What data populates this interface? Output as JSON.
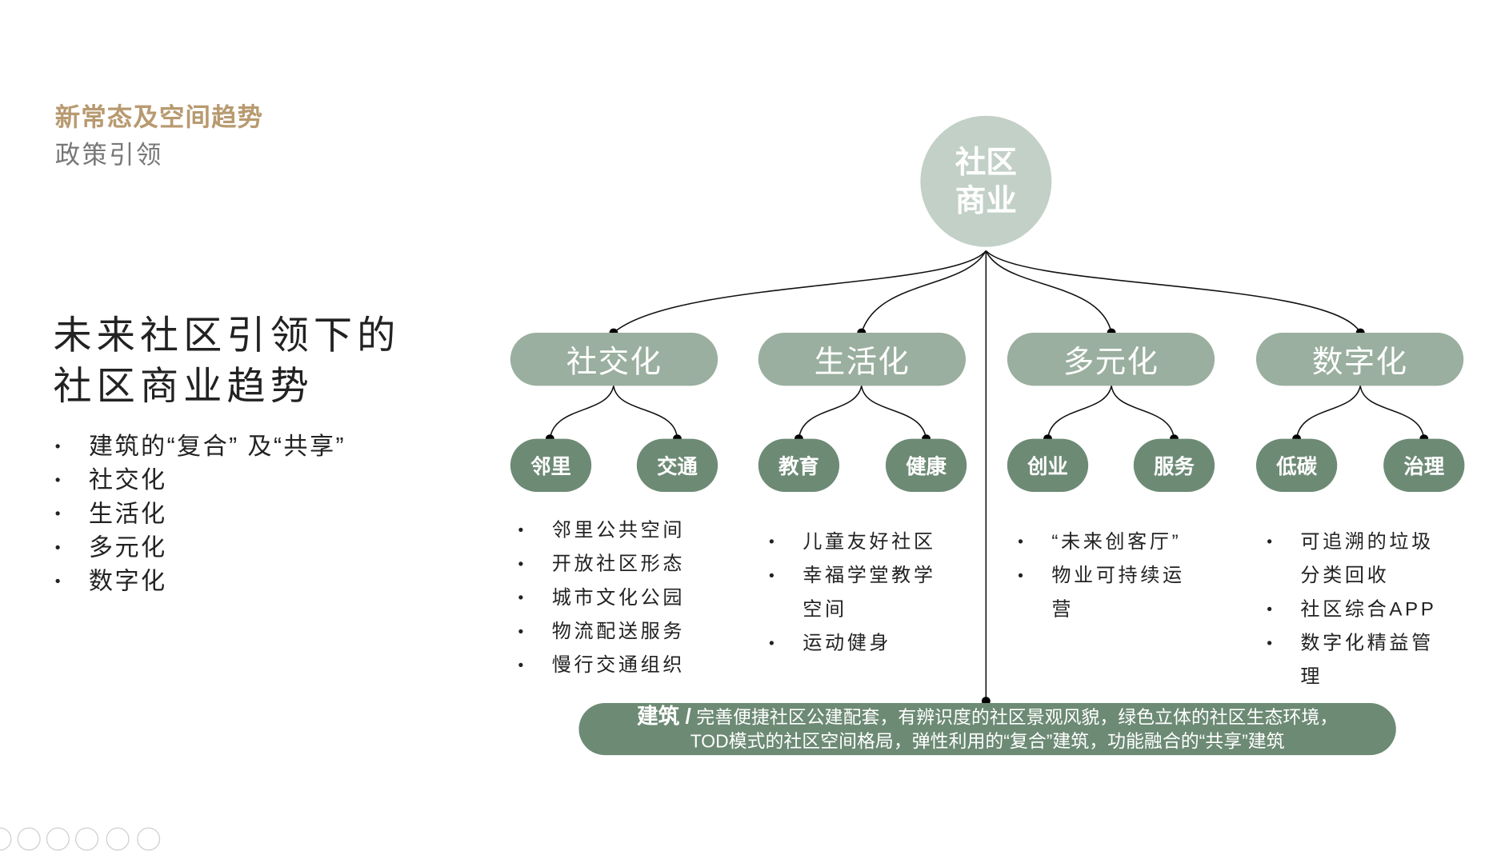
{
  "header": {
    "kicker": "新常态及空间趋势",
    "subtitle": "政策引领"
  },
  "left": {
    "heading_lines": [
      "未来社区引领下的",
      "社区商业趋势"
    ],
    "bullets": [
      "建筑的“复合” 及“共享”",
      "社交化",
      "生活化",
      "多元化",
      "数字化"
    ]
  },
  "diagram": {
    "root": {
      "line1": "社区",
      "line2": "商业"
    },
    "branches": [
      {
        "label": "社交化",
        "children": [
          "邻里",
          "交通"
        ],
        "items": [
          "邻里公共空间",
          "开放社区形态",
          "城市文化公园",
          "物流配送服务",
          "慢行交通组织"
        ]
      },
      {
        "label": "生活化",
        "children": [
          "教育",
          "健康"
        ],
        "items": [
          "儿童友好社区",
          "幸福学堂教学空间",
          "运动健身"
        ]
      },
      {
        "label": "多元化",
        "children": [
          "创业",
          "服务"
        ],
        "items": [
          " “未来创客厅”",
          "物业可持续运营"
        ]
      },
      {
        "label": "数字化",
        "children": [
          "低碳",
          "治理"
        ],
        "items": [
          "可追溯的垃圾分类回收",
          "社区综合APP",
          "数字化精益管理"
        ]
      }
    ],
    "banner": {
      "title": "建筑 /",
      "line1": " 完善便捷社区公建配套，有辨识度的社区景观风貌，绿色立体的社区生态环境，",
      "line2": "TOD模式的社区空间格局，弹性利用的“复合”建筑，功能融合的“共享”建筑"
    }
  },
  "colors": {
    "kicker": "#b89a70",
    "root": "#c2d0c7",
    "branch": "#9aaf9f",
    "leaf": "#6d8a75",
    "banner": "#6c8a74"
  }
}
